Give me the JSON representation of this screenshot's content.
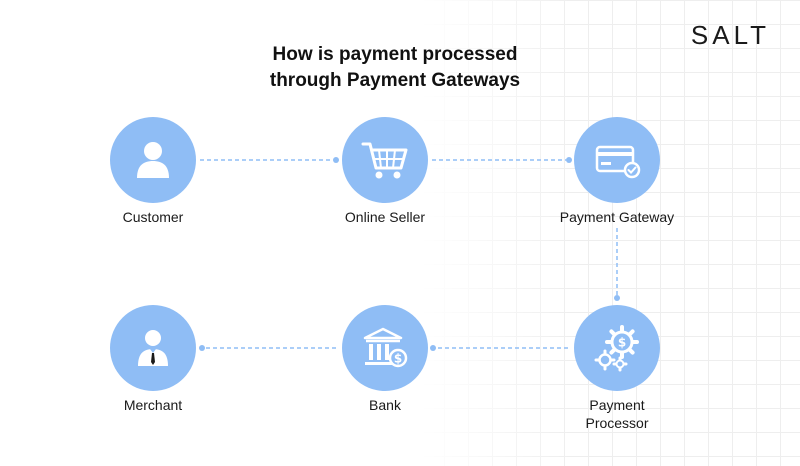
{
  "brand": {
    "logo_text": "SALT"
  },
  "title": {
    "line1": "How is payment processed",
    "line2": "through Payment Gateways"
  },
  "nodes": {
    "customer": {
      "label": "Customer",
      "icon": "person-icon"
    },
    "online_seller": {
      "label": "Online Seller",
      "icon": "shopping-cart-icon"
    },
    "payment_gateway": {
      "label": "Payment Gateway",
      "icon": "credit-card-check-icon"
    },
    "payment_processor": {
      "label_line1": "Payment",
      "label_line2": "Processor",
      "icon": "gears-dollar-icon"
    },
    "bank": {
      "label": "Bank",
      "icon": "bank-dollar-icon"
    },
    "merchant": {
      "label": "Merchant",
      "icon": "businessman-icon"
    }
  },
  "colors": {
    "node_fill": "#8fbdf5",
    "connector": "#8fbdf5",
    "icon": "#ffffff"
  }
}
